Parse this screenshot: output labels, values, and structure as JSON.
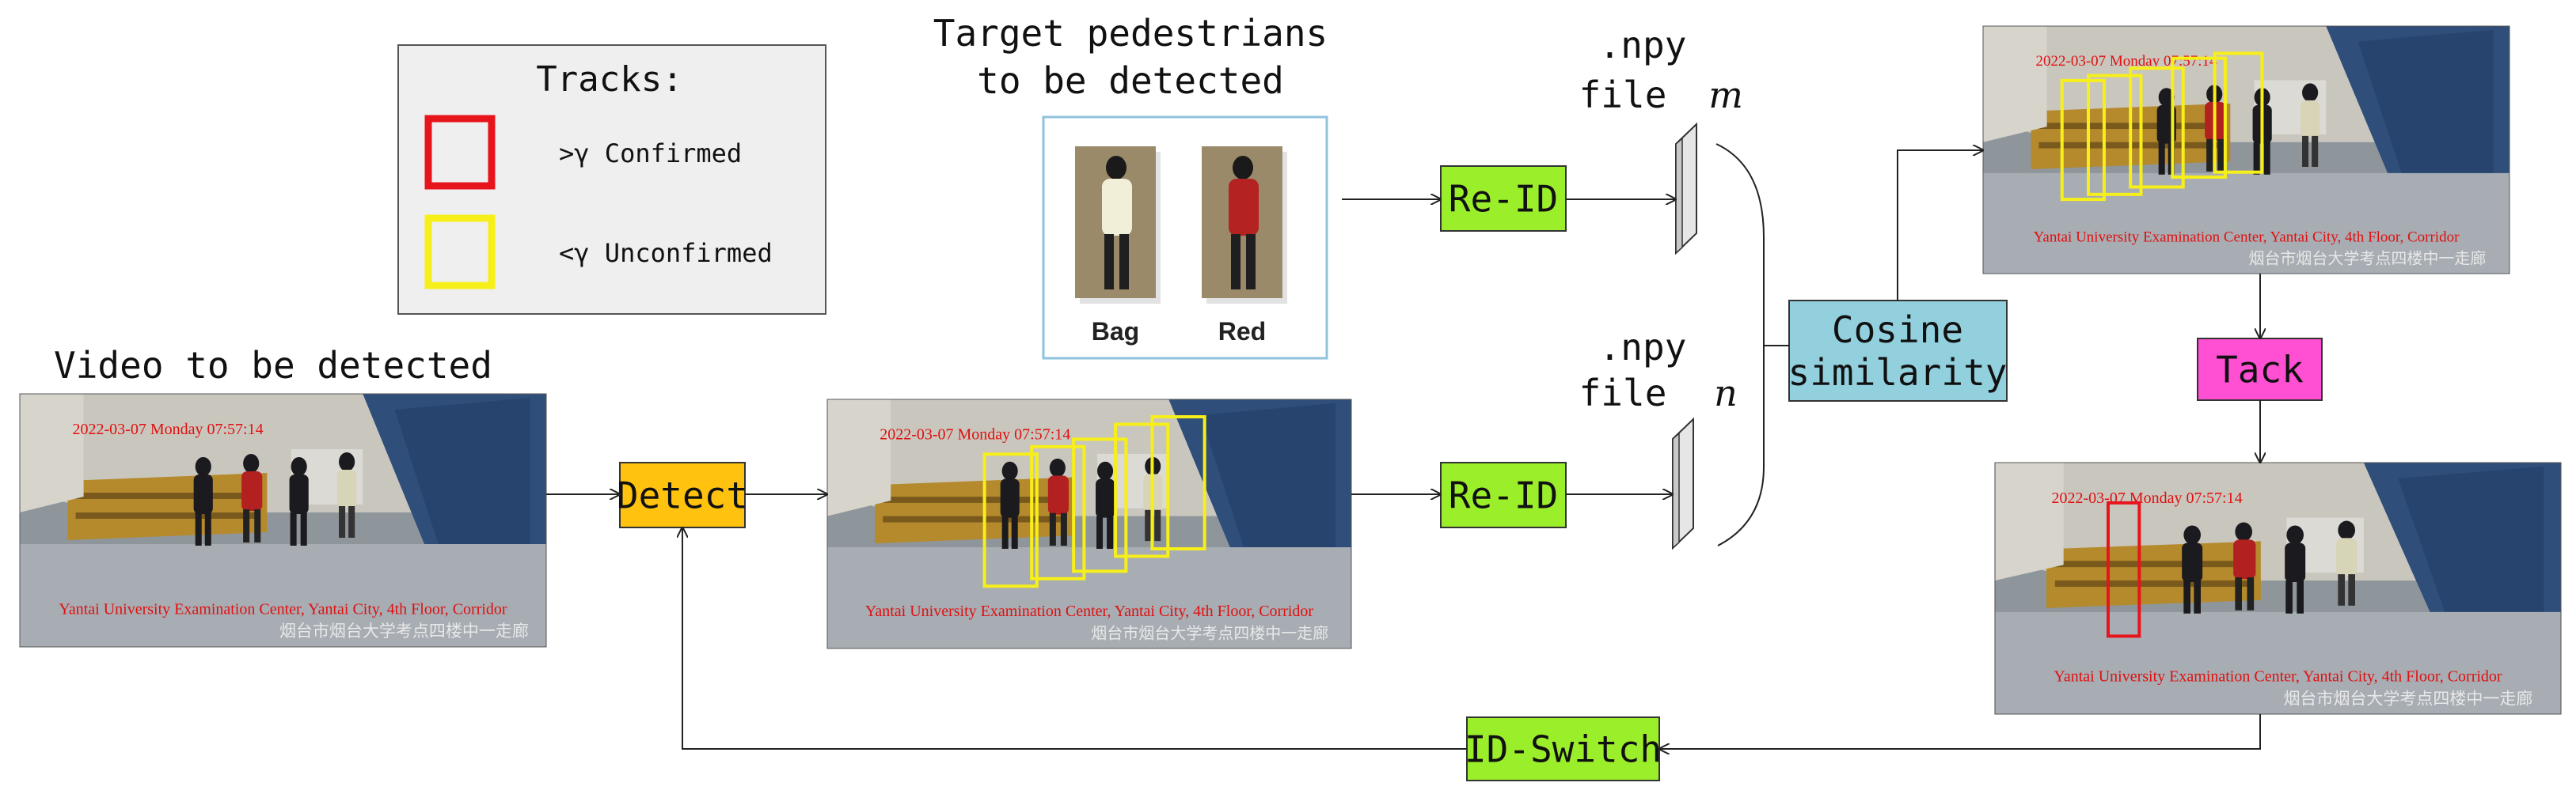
{
  "legend": {
    "title": "Tracks:",
    "items": [
      {
        "symbol": ">γ",
        "label": "Confirmed",
        "color": "#e8141b"
      },
      {
        "symbol": "<γ",
        "label": "Unconfirmed",
        "color": "#f7ef1a"
      }
    ]
  },
  "input_video": {
    "title": "Video to be detected"
  },
  "target_panel": {
    "title_line1": "Target pedestrians",
    "title_line2": "to be detected",
    "crops": [
      {
        "label": "Bag"
      },
      {
        "label": "Red"
      }
    ]
  },
  "frame_overlay": {
    "timestamp": "2022-03-07 Monday 07:57:14",
    "caption_en": "Yantai University Examination Center, Yantai City, 4th Floor, Corridor",
    "caption_cn": "烟台市烟台大学考点四楼中一走廊"
  },
  "nodes": {
    "detect": "Detect",
    "reid_top": "Re-ID",
    "reid_bottom": "Re-ID",
    "cosine_line1": "Cosine",
    "cosine_line2": "similarity",
    "track": "Tack",
    "id_switch": "ID-Switch"
  },
  "features": {
    "m": {
      "prefix": ".npy",
      "label": "file",
      "var": "m"
    },
    "n": {
      "prefix": ".npy",
      "label": "file",
      "var": "n"
    }
  },
  "colors": {
    "detect": "#ffc20e",
    "reid": "#9bef2a",
    "cosine": "#92d0dd",
    "track": "#ff4fd3",
    "confirmed": "#e8141b",
    "unconfirmed": "#f7ef1a",
    "overlay_text": "#e01010"
  }
}
